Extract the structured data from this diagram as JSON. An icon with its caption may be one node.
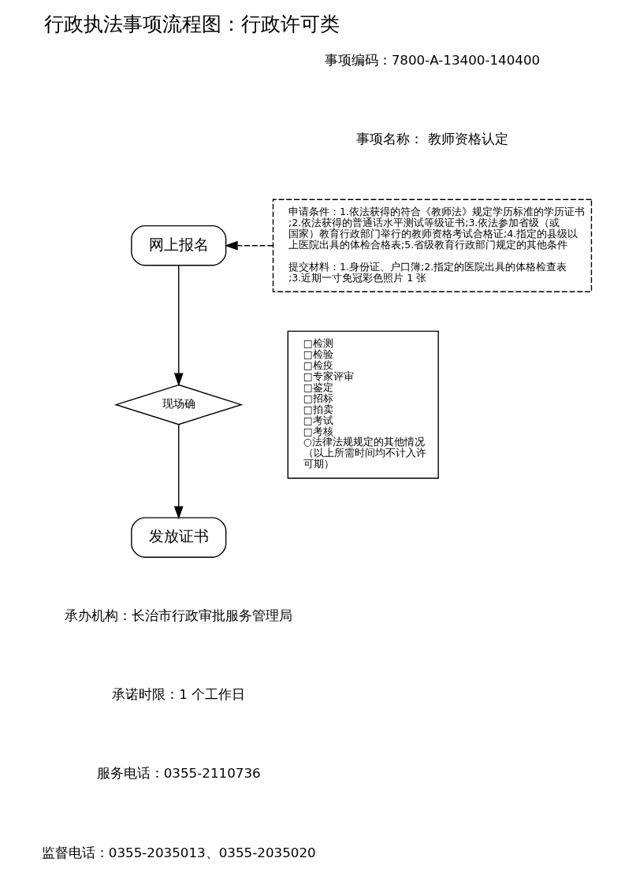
{
  "diagram": {
    "title": "行政执法事项流程图：行政许可类",
    "nodes": [
      {
        "text": [
          "网上报名"
        ]
      },
      {
        "text": [
          "现场确"
        ]
      },
      {
        "text": [
          "发放证书"
        ]
      },
      {
        "text": [
          "申请条件：1.依法获得的符合《教师法》规定学历标准的学历证书;2.依法获得的普通话水平测试等级证书;3.依法参加省级（或国家）教育行政部门举行的教师资格考试合格证;4.指定的县级以上医院出具的体检合格表;5.省级教育行政部门规定的其他条件",
          "提交材料：1.身份证、户口簿;2.指定的医院出具的体格检查表;3.近期一寸免冠彩色照片 1 张"
        ]
      },
      {
        "text": [
          "□检测",
          "□检验",
          "□检疫",
          "□专家评审",
          "□鉴定",
          "□招标",
          "□拍卖",
          "□考试",
          "□考核",
          "○法律法规规定的其他情况",
          "（以上所需时间均不计入许可期）"
        ]
      }
    ],
    "edges": [
      {
        "from": 0,
        "to": 1,
        "arrow": "to"
      },
      {
        "from": 1,
        "to": 2,
        "arrow": "to"
      },
      {
        "from": 3,
        "to": 0,
        "arrow": "to",
        "style": "dashed"
      }
    ],
    "labels": [
      "事项编码：7800-A-13400-140400",
      "事项名称： 教师资格认定",
      "承办机构：长治市行政审批服务管理局",
      "承诺时限：1 个工作日",
      "服务电话：0355-2110736",
      "监督电话：0355-2035013、0355-2035020"
    ]
  }
}
